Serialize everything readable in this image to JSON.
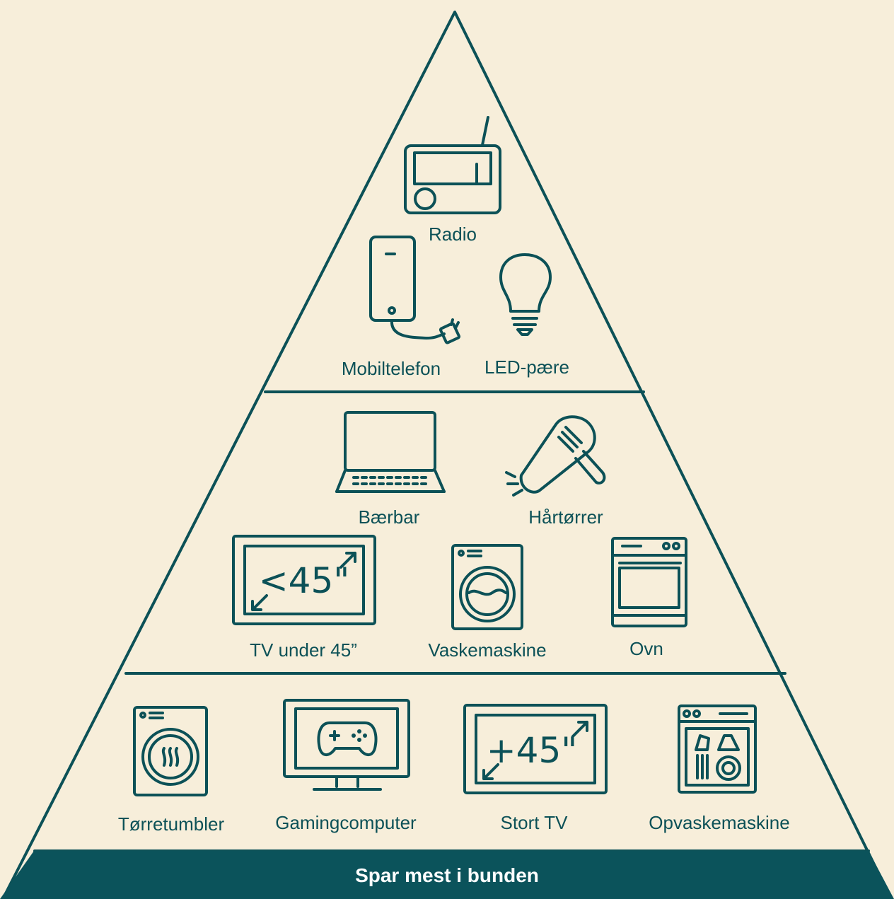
{
  "colors": {
    "background": "#f7eeda",
    "ink": "#0c5157",
    "banner": "#0b535b",
    "banner_text": "#ffffff"
  },
  "tiers": {
    "top": [
      {
        "label": "Radio",
        "icon": "radio-icon"
      },
      {
        "label": "Mobiltelefon",
        "icon": "mobile-phone-charger-icon"
      },
      {
        "label": "LED-pære",
        "icon": "led-bulb-icon"
      }
    ],
    "middle": [
      {
        "label": "Bærbar",
        "icon": "laptop-icon"
      },
      {
        "label": "Hårtørrer",
        "icon": "hair-dryer-icon"
      },
      {
        "label": "TV under 45”",
        "icon": "tv-small-icon",
        "screen_text": "<45\""
      },
      {
        "label": "Vaskemaskine",
        "icon": "washing-machine-icon"
      },
      {
        "label": "Ovn",
        "icon": "oven-icon"
      }
    ],
    "bottom": [
      {
        "label": "Tørretumbler",
        "icon": "tumble-dryer-icon"
      },
      {
        "label": "Gamingcomputer",
        "icon": "gaming-computer-icon"
      },
      {
        "label": "Stort TV",
        "icon": "tv-large-icon",
        "screen_text": "+45\""
      },
      {
        "label": "Opvaskemaskine",
        "icon": "dishwasher-icon"
      }
    ]
  },
  "banner": {
    "text": "Spar mest i bunden"
  }
}
